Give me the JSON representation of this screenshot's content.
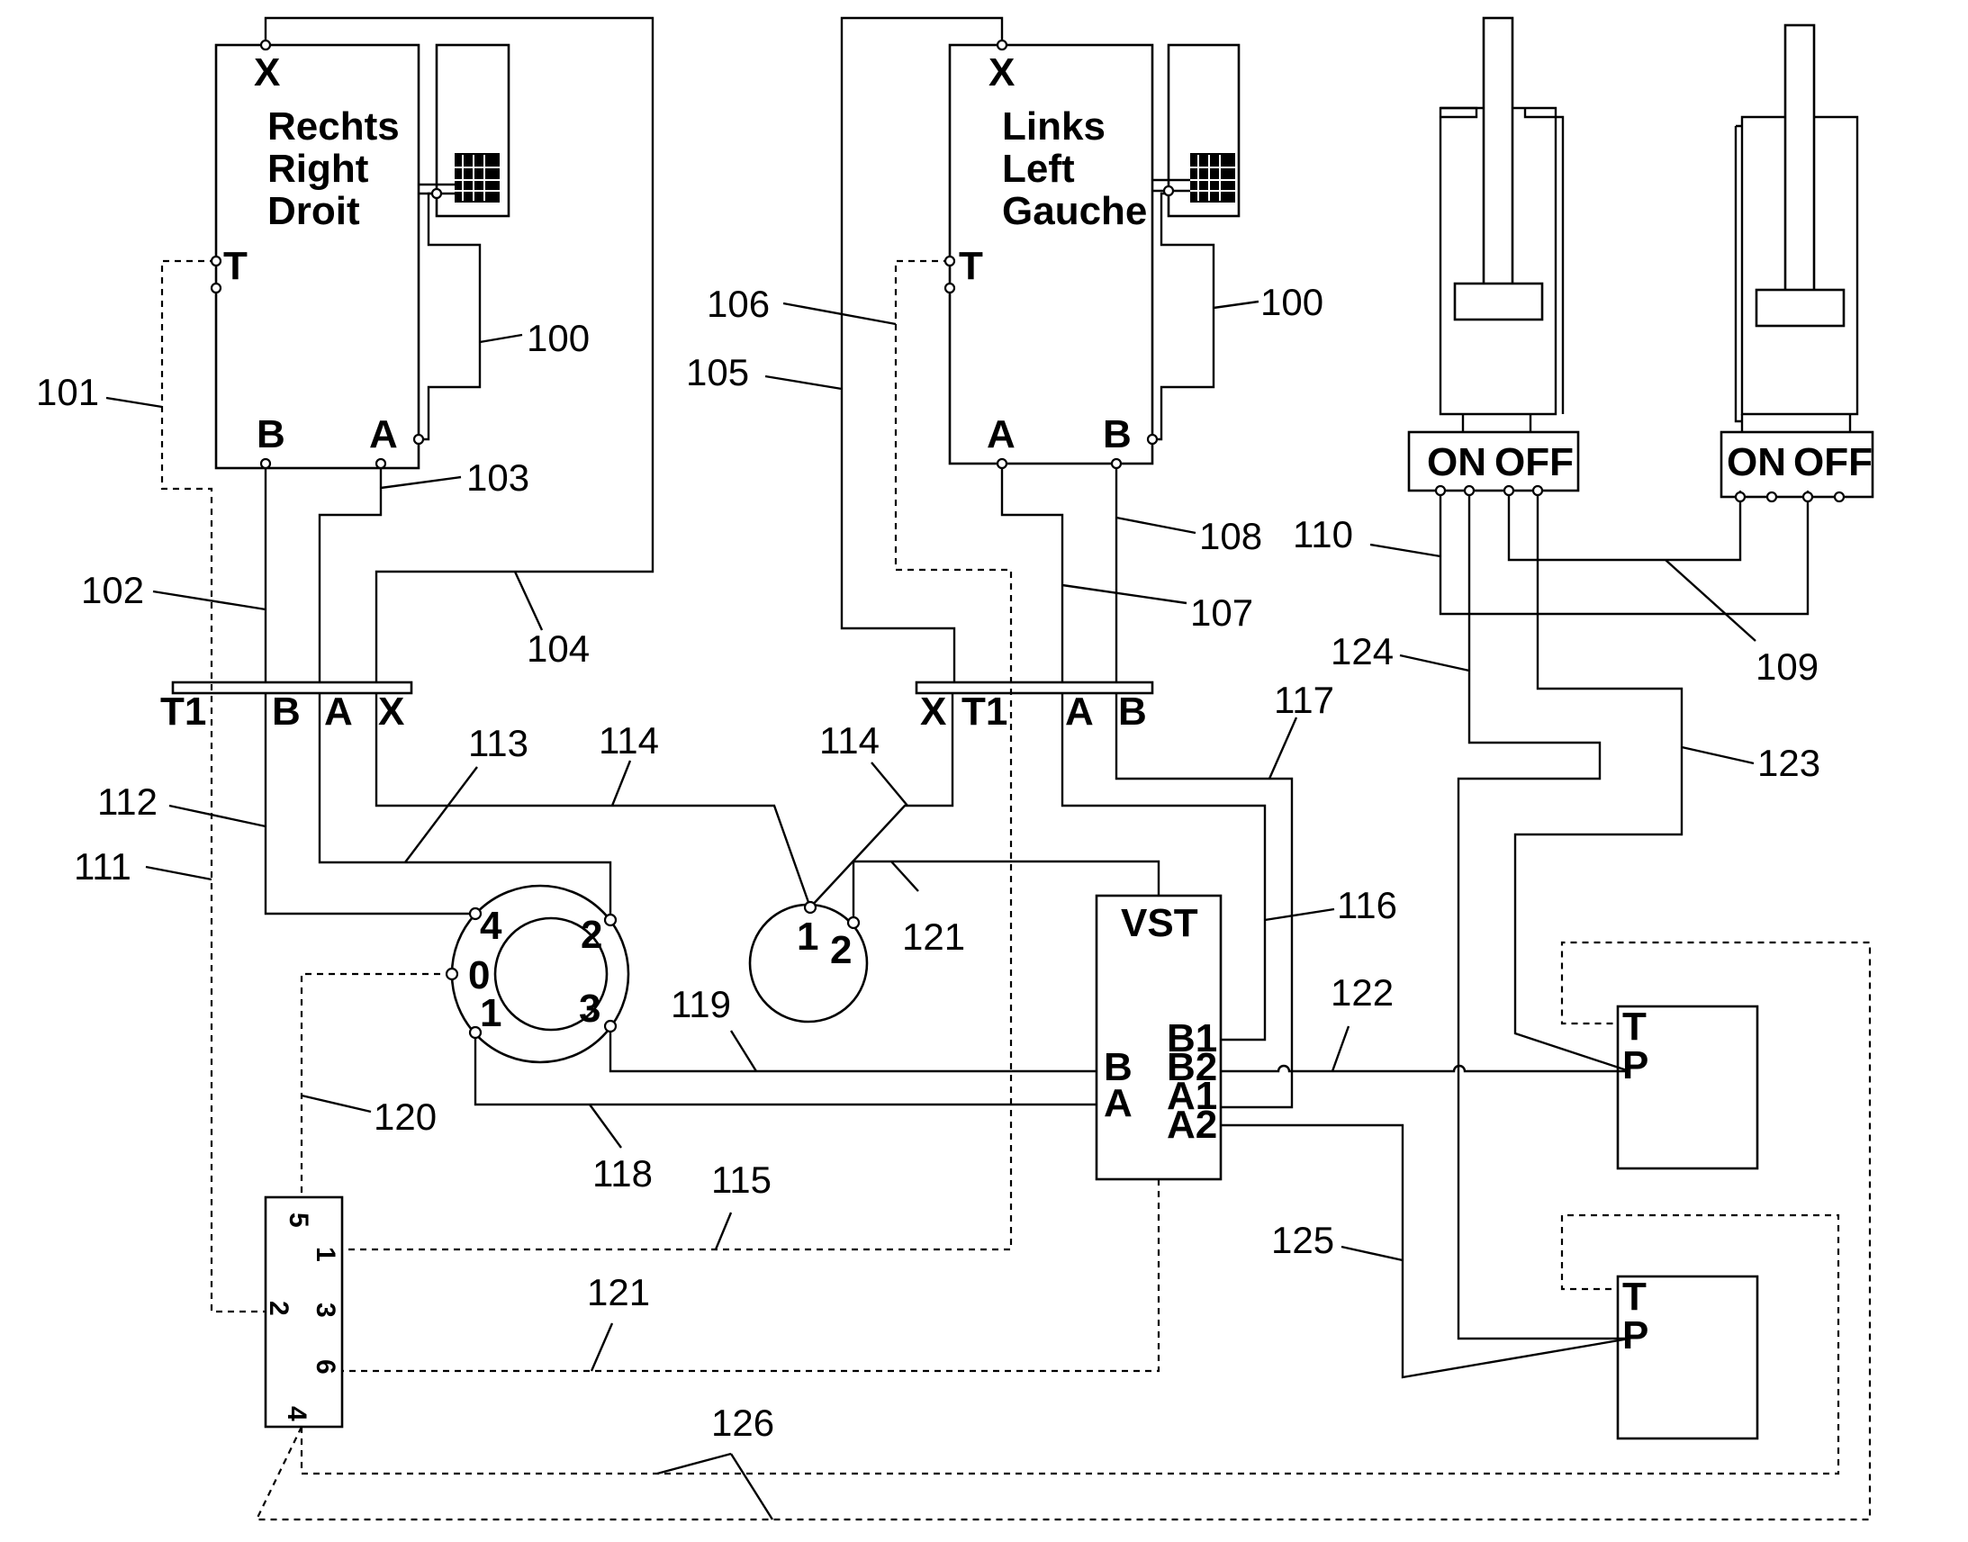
{
  "units": {
    "right": {
      "lines": [
        "Rechts",
        "Right",
        "Droit"
      ],
      "ports": {
        "X": "X",
        "T": "T",
        "A": "A",
        "B": "B"
      }
    },
    "left": {
      "lines": [
        "Links",
        "Left",
        "Gauche"
      ],
      "ports": {
        "X": "X",
        "T": "T",
        "A": "A",
        "B": "B"
      }
    }
  },
  "switches": {
    "on": "ON",
    "off": "OFF"
  },
  "manifold_left": [
    "T1",
    "B",
    "A",
    "X"
  ],
  "manifold_right": [
    "X",
    "T1",
    "A",
    "B"
  ],
  "rotary_valve": [
    "4",
    "2",
    "0",
    "3",
    "1"
  ],
  "small_valve": [
    "1",
    "2"
  ],
  "vst": {
    "title": "VST",
    "ports": [
      "B1",
      "B2",
      "A1",
      "A2",
      "B",
      "A"
    ]
  },
  "tp_boxes": {
    "t": "T",
    "p": "P"
  },
  "terminal_block": [
    "5",
    "1",
    "2",
    "3",
    "6",
    "4"
  ],
  "refs": {
    "r100a": "100",
    "r100b": "100",
    "r101": "101",
    "r102": "102",
    "r103": "103",
    "r104": "104",
    "r105": "105",
    "r106": "106",
    "r107": "107",
    "r108": "108",
    "r109": "109",
    "r110": "110",
    "r111": "111",
    "r112": "112",
    "r113": "113",
    "r114a": "114",
    "r114b": "114",
    "r115": "115",
    "r116": "116",
    "r117": "117",
    "r118": "118",
    "r119": "119",
    "r120": "120",
    "r121a": "121",
    "r121b": "121",
    "r122": "122",
    "r123": "123",
    "r124": "124",
    "r125": "125",
    "r126": "126"
  }
}
